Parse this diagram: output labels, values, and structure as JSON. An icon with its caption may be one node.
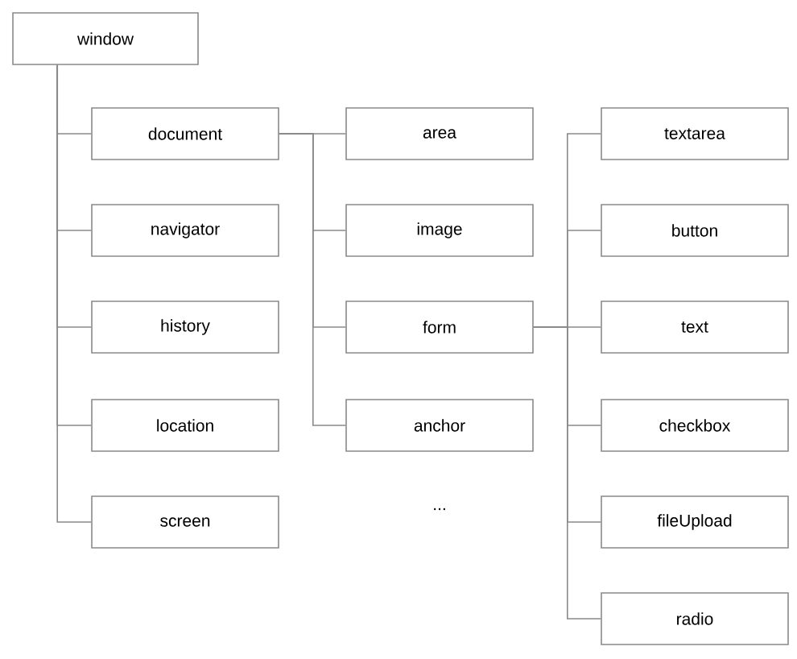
{
  "diagram": {
    "nodes": [
      {
        "text": [
          "window"
        ]
      },
      {
        "text": [
          "document"
        ]
      },
      {
        "text": [
          "navigator"
        ]
      },
      {
        "text": [
          "history"
        ]
      },
      {
        "text": [
          "location"
        ]
      },
      {
        "text": [
          "screen"
        ]
      },
      {
        "text": [
          "area"
        ]
      },
      {
        "text": [
          "image"
        ]
      },
      {
        "text": [
          "form"
        ]
      },
      {
        "text": [
          "anchor"
        ]
      },
      {
        "text": [
          "textarea"
        ]
      },
      {
        "text": [
          "button"
        ]
      },
      {
        "text": [
          "text"
        ]
      },
      {
        "text": [
          "checkbox"
        ]
      },
      {
        "text": [
          "fileUpload"
        ]
      },
      {
        "text": [
          "radio"
        ]
      }
    ],
    "edges": [
      {
        "from": 0,
        "to": 1,
        "arrow": "none"
      },
      {
        "from": 0,
        "to": 2,
        "arrow": "none"
      },
      {
        "from": 0,
        "to": 3,
        "arrow": "none"
      },
      {
        "from": 0,
        "to": 4,
        "arrow": "none"
      },
      {
        "from": 0,
        "to": 5,
        "arrow": "none"
      },
      {
        "from": 1,
        "to": 6,
        "arrow": "none"
      },
      {
        "from": 1,
        "to": 7,
        "arrow": "none"
      },
      {
        "from": 1,
        "to": 8,
        "arrow": "none"
      },
      {
        "from": 1,
        "to": 9,
        "arrow": "none"
      },
      {
        "from": 8,
        "to": 10,
        "arrow": "none"
      },
      {
        "from": 8,
        "to": 11,
        "arrow": "none"
      },
      {
        "from": 8,
        "to": 12,
        "arrow": "none"
      },
      {
        "from": 8,
        "to": 13,
        "arrow": "none"
      },
      {
        "from": 8,
        "to": 14,
        "arrow": "none"
      },
      {
        "from": 8,
        "to": 15,
        "arrow": "none"
      }
    ],
    "labels": [
      "..."
    ]
  }
}
